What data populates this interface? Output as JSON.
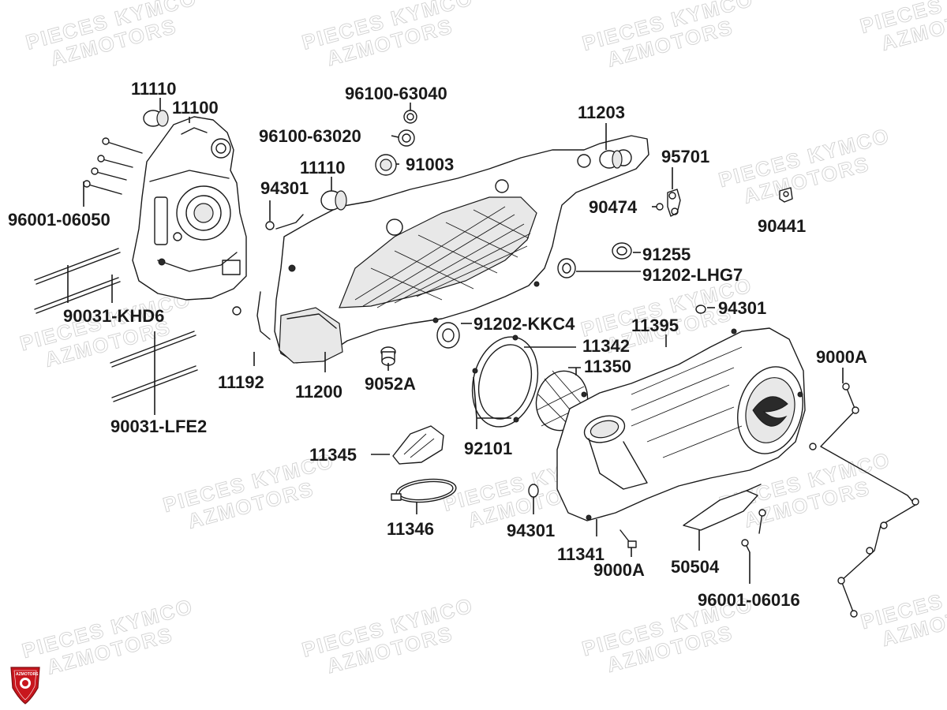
{
  "watermark": {
    "line1": "PIECES KYMCO",
    "line2": "AZMOTORS"
  },
  "logo": {
    "text": "AZMOTORS",
    "color": "#c8161d"
  },
  "callouts": [
    {
      "id": "c1",
      "text": "11110"
    },
    {
      "id": "c2",
      "text": "11100"
    },
    {
      "id": "c3",
      "text": "96001-06050"
    },
    {
      "id": "c4",
      "text": "90031-KHD6"
    },
    {
      "id": "c5",
      "text": "90031-LFE2"
    },
    {
      "id": "c6",
      "text": "96100-63040"
    },
    {
      "id": "c7",
      "text": "96100-63020"
    },
    {
      "id": "c8",
      "text": "91003"
    },
    {
      "id": "c9",
      "text": "11110"
    },
    {
      "id": "c10",
      "text": "94301"
    },
    {
      "id": "c11",
      "text": "11192"
    },
    {
      "id": "c12",
      "text": "11200"
    },
    {
      "id": "c13",
      "text": "9052A"
    },
    {
      "id": "c14",
      "text": "11203"
    },
    {
      "id": "c15",
      "text": "95701"
    },
    {
      "id": "c16",
      "text": "90474"
    },
    {
      "id": "c17",
      "text": "90441"
    },
    {
      "id": "c18",
      "text": "91255"
    },
    {
      "id": "c19",
      "text": "91202-LHG7"
    },
    {
      "id": "c20",
      "text": "94301"
    },
    {
      "id": "c21",
      "text": "91202-KKC4"
    },
    {
      "id": "c22",
      "text": "11395"
    },
    {
      "id": "c23",
      "text": "11342"
    },
    {
      "id": "c24",
      "text": "11350"
    },
    {
      "id": "c25",
      "text": "9000A"
    },
    {
      "id": "c26",
      "text": "92101"
    },
    {
      "id": "c27",
      "text": "11345"
    },
    {
      "id": "c28",
      "text": "11346"
    },
    {
      "id": "c29",
      "text": "94301"
    },
    {
      "id": "c30",
      "text": "11341"
    },
    {
      "id": "c31",
      "text": "9000A"
    },
    {
      "id": "c32",
      "text": "50504"
    },
    {
      "id": "c33",
      "text": "96001-06016"
    }
  ]
}
